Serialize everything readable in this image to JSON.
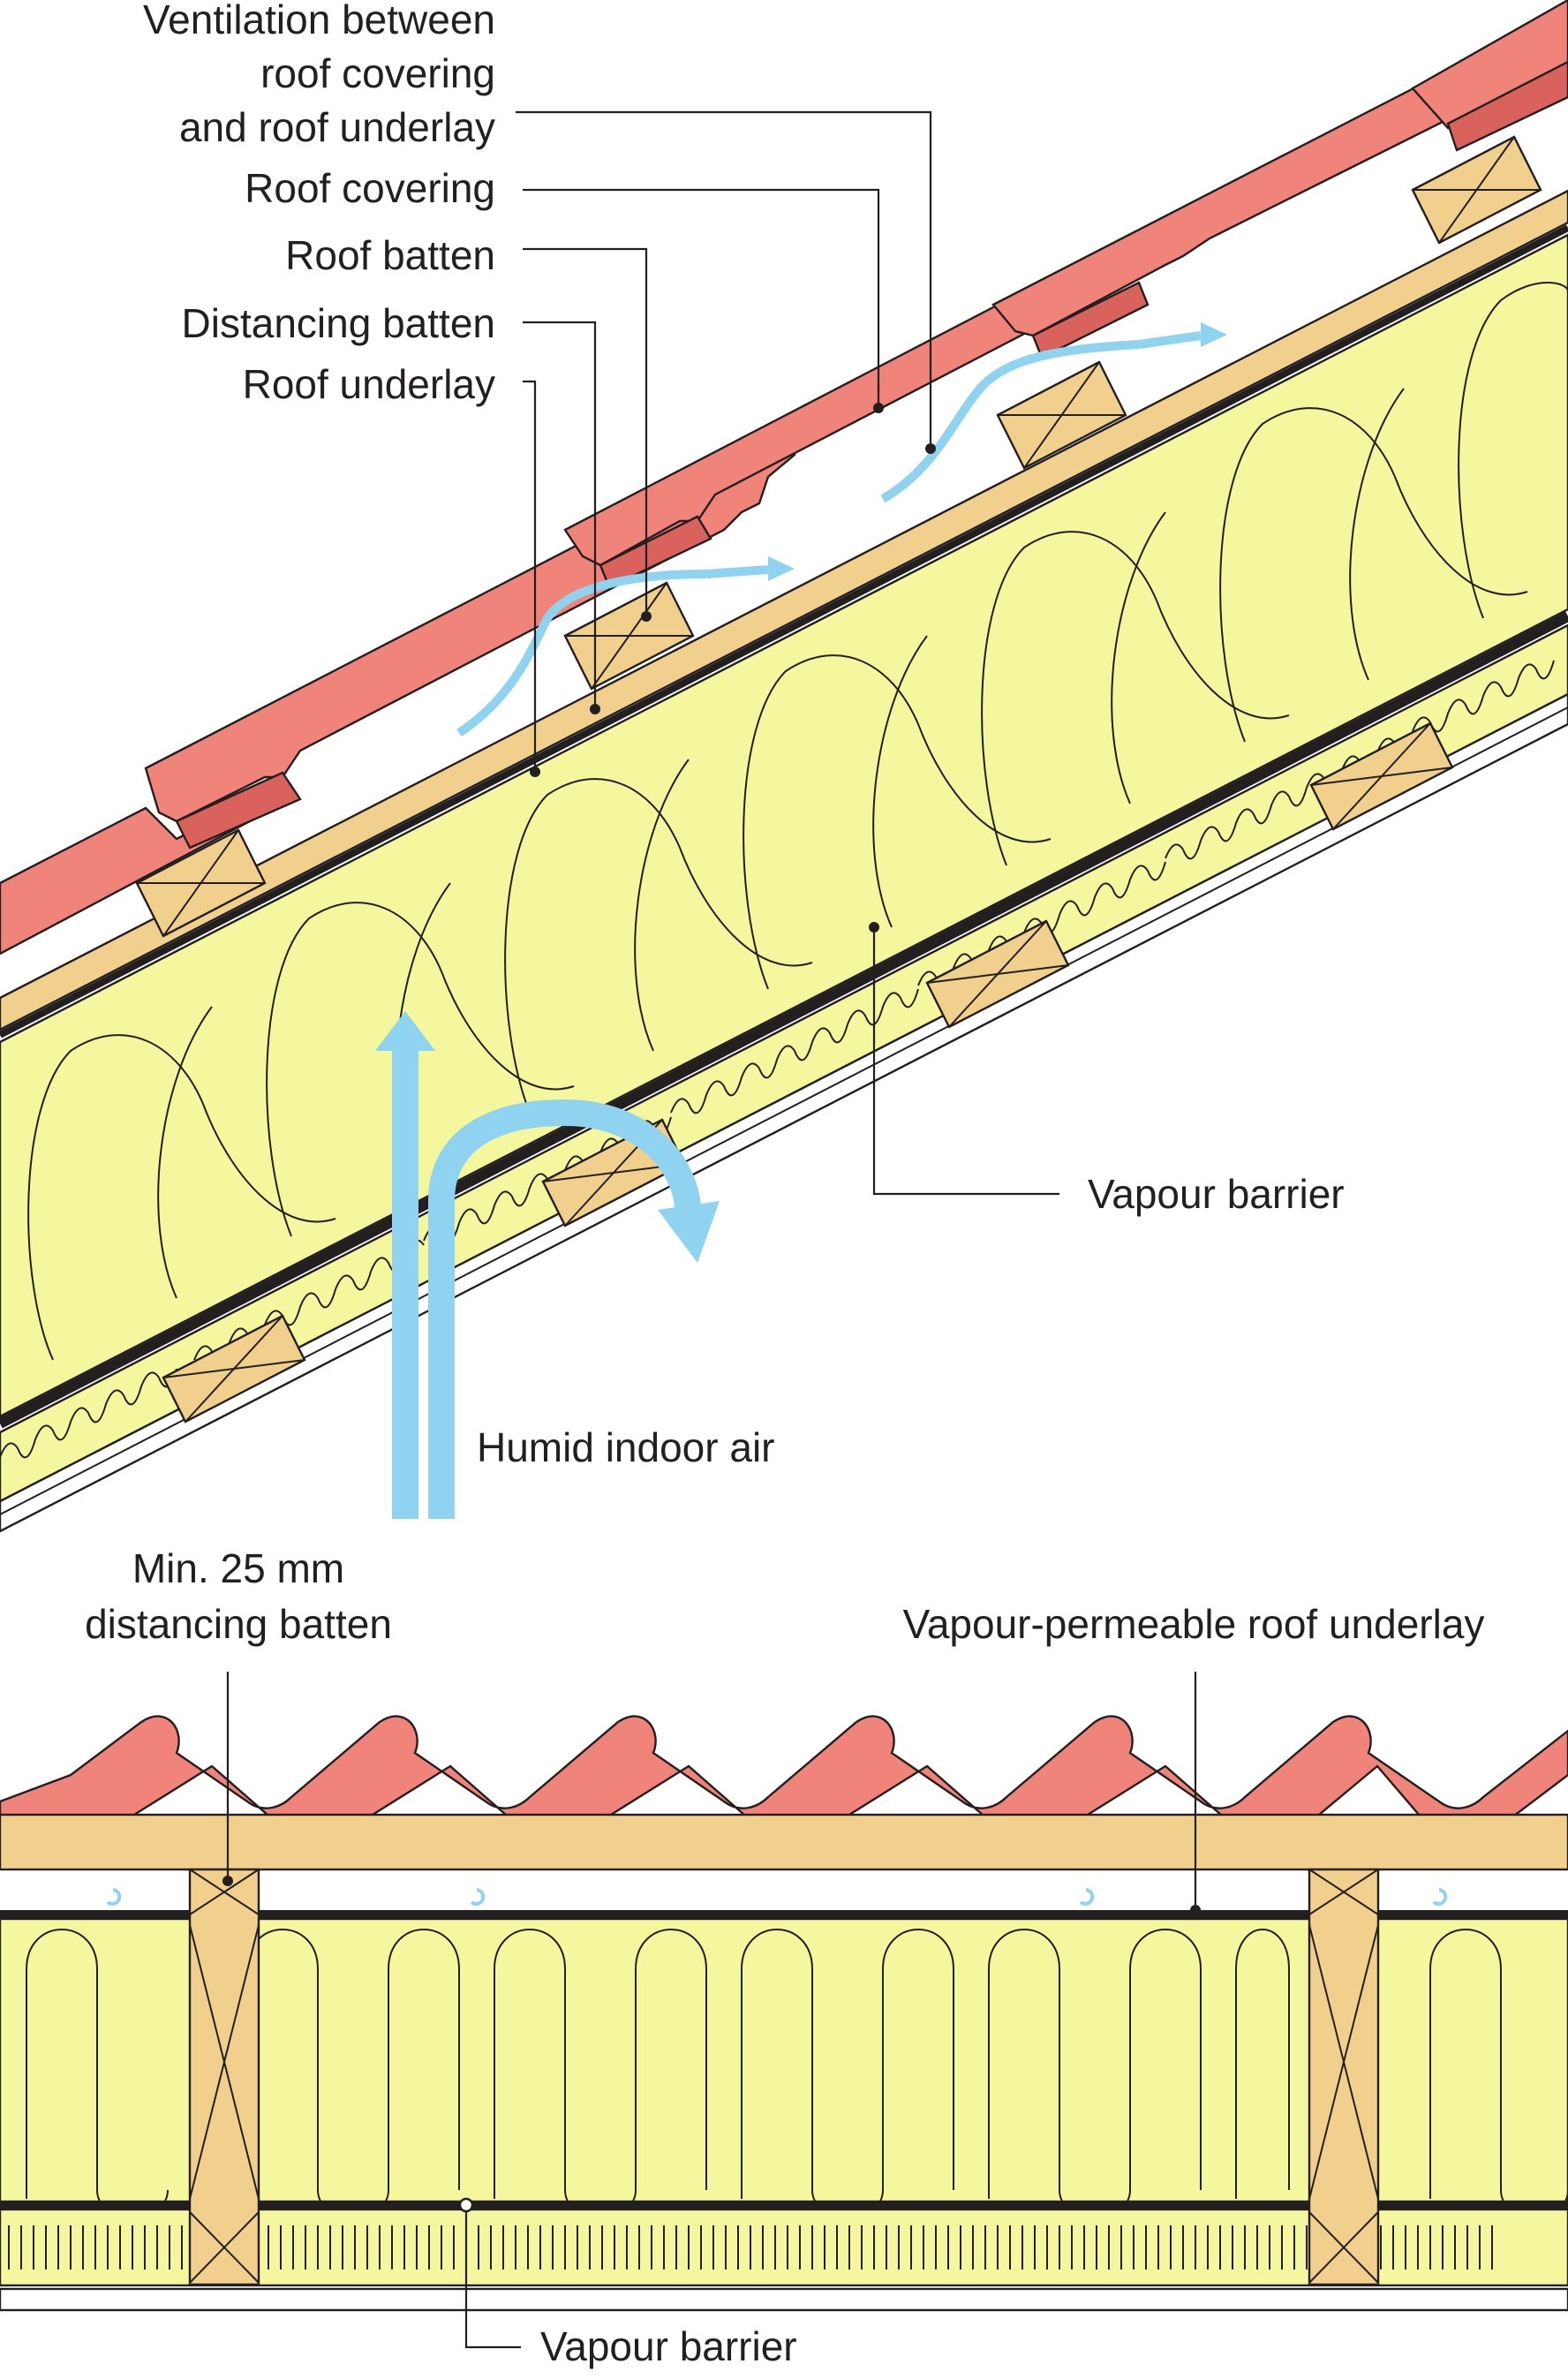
{
  "labels": {
    "ventilation_line1": "Ventilation between",
    "ventilation_line2": "roof covering",
    "ventilation_line3": "and roof underlay",
    "roof_covering": "Roof covering",
    "roof_batten": "Roof batten",
    "distancing_batten": "Distancing batten",
    "roof_underlay": "Roof underlay",
    "vapour_barrier_top": "Vapour barrier",
    "humid_indoor_air": "Humid indoor air",
    "min_batten_line1": "Min. 25 mm",
    "min_batten_line2": "distancing batten",
    "vapour_permeable_underlay": "Vapour-permeable roof underlay",
    "vapour_barrier_bottom": "Vapour barrier"
  },
  "colors": {
    "roof_covering": "#f0837a",
    "roof_covering_shadow": "#d9635c",
    "timber": "#f0d08c",
    "insulation": "#f5f79e",
    "membrane": "#231f20",
    "air_flow": "#8fd3f0",
    "interior_lining": "#ffffff"
  }
}
